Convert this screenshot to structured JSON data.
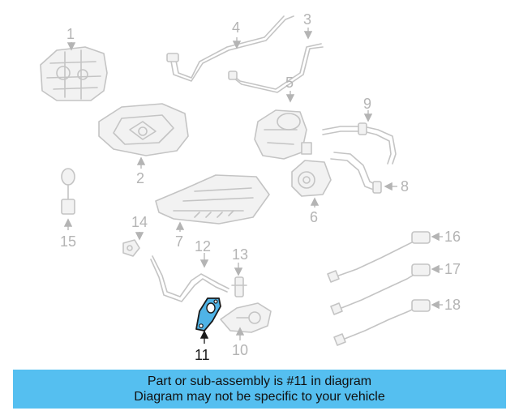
{
  "diagram": {
    "callouts": [
      {
        "id": "1",
        "label": "1"
      },
      {
        "id": "2",
        "label": "2"
      },
      {
        "id": "3",
        "label": "3"
      },
      {
        "id": "4",
        "label": "4"
      },
      {
        "id": "5",
        "label": "5"
      },
      {
        "id": "6",
        "label": "6"
      },
      {
        "id": "7",
        "label": "7"
      },
      {
        "id": "8",
        "label": "8"
      },
      {
        "id": "9",
        "label": "9"
      },
      {
        "id": "10",
        "label": "10"
      },
      {
        "id": "11",
        "label": "11",
        "highlighted": true
      },
      {
        "id": "12",
        "label": "12"
      },
      {
        "id": "13",
        "label": "13"
      },
      {
        "id": "14",
        "label": "14"
      },
      {
        "id": "15",
        "label": "15"
      },
      {
        "id": "16",
        "label": "16"
      },
      {
        "id": "17",
        "label": "17"
      },
      {
        "id": "18",
        "label": "18"
      }
    ],
    "highlight_color": "#4fb3e6"
  },
  "banner": {
    "line1": "Part or sub-assembly is #11 in diagram",
    "line2": "Diagram may not be specific to your vehicle",
    "color": "#55bff0"
  }
}
